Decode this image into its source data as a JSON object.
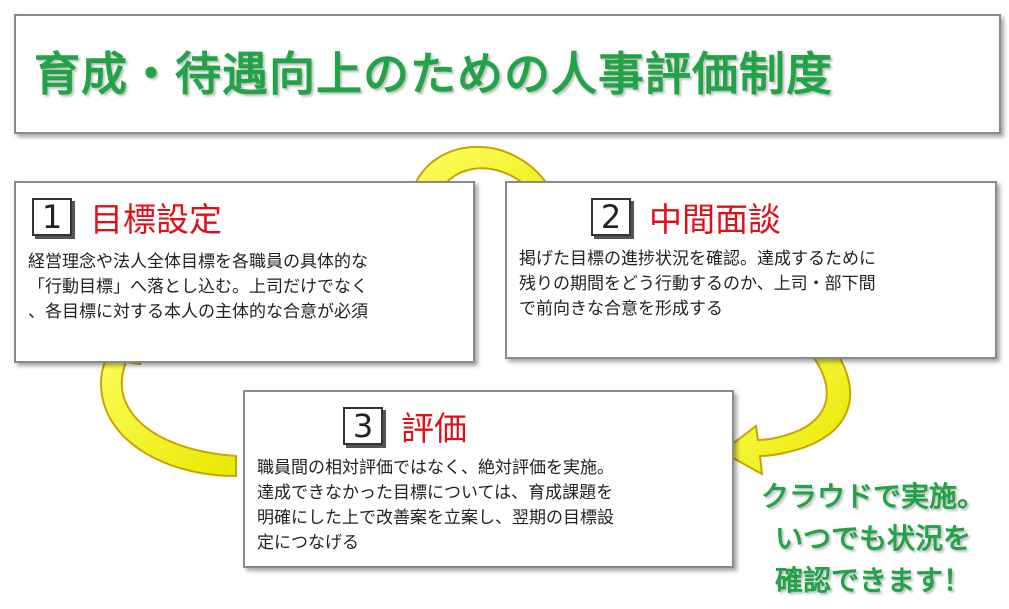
{
  "title": "育成・待遇向上のための人事評価制度",
  "steps": [
    {
      "number": "1",
      "title": "目標設定",
      "lines": [
        "経営理念や法人全体目標を各職員の具体的な",
        "「行動目標」へ落とし込む。上司だけでなく",
        "、各目標に対する本人の主体的な合意が必須"
      ]
    },
    {
      "number": "2",
      "title": "中間面談",
      "lines": [
        "掲げた目標の進捗状況を確認。達成するために",
        "残りの期間をどう行動するのか、上司・部下間",
        "で前向きな合意を形成する"
      ]
    },
    {
      "number": "3",
      "title": "評価",
      "lines": [
        "職員間の相対評価ではなく、絶対評価を実施。",
        "達成できなかった目標については、育成課題を",
        "明確にした上で改善案を立案し、翌期の目標設",
        "定につなげる"
      ]
    }
  ],
  "note": {
    "lines": [
      "クラウドで実施。",
      "いつでも状況を",
      "確認できます！"
    ]
  },
  "colors": {
    "title_green": "#22a347",
    "step_red": "#e0101a",
    "arrow_fill": "#f5f500",
    "arrow_stroke": "#c9a400"
  }
}
